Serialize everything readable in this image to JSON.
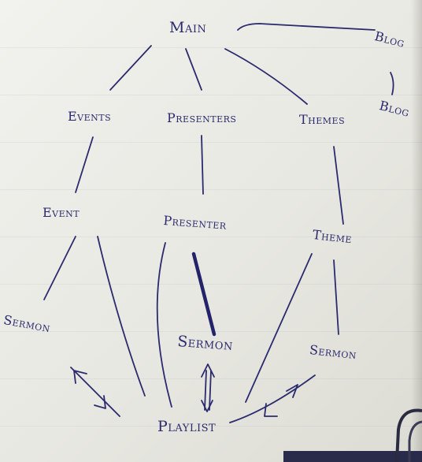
{
  "diagram": {
    "ink_color": "#2b2a6e",
    "nodes": {
      "main": "Main",
      "blog_top": "Blog",
      "blog_second": "Blog",
      "events": "Events",
      "presenters": "Presenters",
      "themes": "Themes",
      "event": "Event",
      "presenter": "Presenter",
      "theme": "Theme",
      "sermon_event": "Sermon",
      "sermon_presenter": "Sermon",
      "sermon_theme": "Sermon",
      "playlist": "Playlist"
    },
    "edges": [
      [
        "main",
        "blog_top"
      ],
      [
        "blog_top",
        "blog_second"
      ],
      [
        "main",
        "events"
      ],
      [
        "main",
        "presenters"
      ],
      [
        "main",
        "themes"
      ],
      [
        "events",
        "event"
      ],
      [
        "presenters",
        "presenter"
      ],
      [
        "themes",
        "theme"
      ],
      [
        "event",
        "sermon_event"
      ],
      [
        "presenter",
        "sermon_presenter"
      ],
      [
        "theme",
        "sermon_theme"
      ],
      [
        "event",
        "playlist"
      ],
      [
        "presenter",
        "playlist"
      ],
      [
        "theme",
        "playlist"
      ],
      [
        "sermon_event",
        "playlist"
      ],
      [
        "sermon_presenter",
        "playlist"
      ],
      [
        "sermon_theme",
        "playlist"
      ]
    ]
  }
}
